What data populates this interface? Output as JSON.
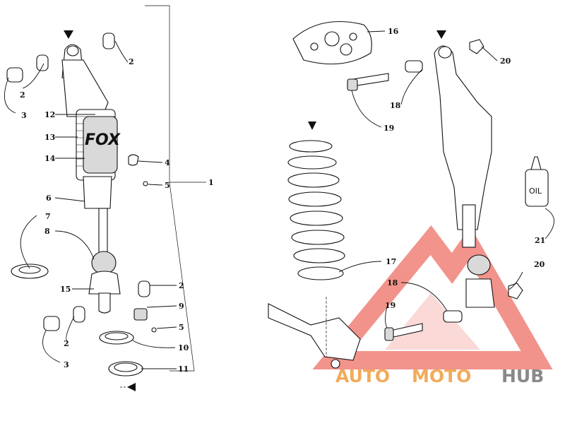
{
  "diagram": {
    "callouts": [
      {
        "id": "c2a",
        "label": "2"
      },
      {
        "id": "c2b",
        "label": "2"
      },
      {
        "id": "c3a",
        "label": "3"
      },
      {
        "id": "c12",
        "label": "12"
      },
      {
        "id": "c13",
        "label": "13"
      },
      {
        "id": "c14",
        "label": "14"
      },
      {
        "id": "c4",
        "label": "4"
      },
      {
        "id": "c5a",
        "label": "5"
      },
      {
        "id": "c1",
        "label": "1"
      },
      {
        "id": "c6",
        "label": "6"
      },
      {
        "id": "c7",
        "label": "7"
      },
      {
        "id": "c8",
        "label": "8"
      },
      {
        "id": "c15",
        "label": "15"
      },
      {
        "id": "c2c",
        "label": "2"
      },
      {
        "id": "c9",
        "label": "9"
      },
      {
        "id": "c5b",
        "label": "5"
      },
      {
        "id": "c2d",
        "label": "2"
      },
      {
        "id": "c10",
        "label": "10"
      },
      {
        "id": "c3b",
        "label": "3"
      },
      {
        "id": "c11",
        "label": "11"
      },
      {
        "id": "c16",
        "label": "16"
      },
      {
        "id": "c20a",
        "label": "20"
      },
      {
        "id": "c18a",
        "label": "18"
      },
      {
        "id": "c19a",
        "label": "19"
      },
      {
        "id": "c17",
        "label": "17"
      },
      {
        "id": "c21",
        "label": "21"
      },
      {
        "id": "c20b",
        "label": "20"
      },
      {
        "id": "c18b",
        "label": "18"
      },
      {
        "id": "c19b",
        "label": "19"
      }
    ],
    "oil_bottle_label": "OIL",
    "shock_brand_logo": "FOX"
  },
  "watermark": {
    "part1": "AUTO",
    "part2": "MOTO",
    "part3": "HUB",
    "colors": {
      "red": "#e83b2e",
      "orange": "#f0a24a",
      "gray": "#7d7d7d"
    }
  }
}
